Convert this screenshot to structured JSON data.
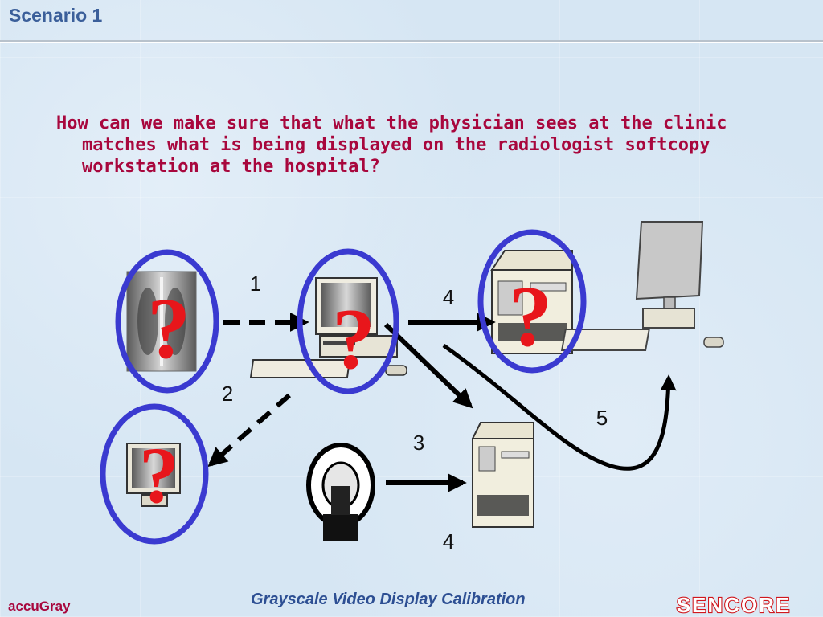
{
  "slide": {
    "title": "Scenario 1",
    "question": "How can we make sure that what the physician sees at the clinic matches what is being displayed on the radiologist softcopy workstation at the hospital?"
  },
  "diagram": {
    "step_labels": [
      "1",
      "2",
      "3",
      "4",
      "4",
      "5"
    ],
    "question_mark": "?",
    "colors": {
      "circle": "#3a3ad0",
      "question": "#e8161b",
      "arrow": "#000000"
    }
  },
  "footer": {
    "left_label": "accuGray",
    "center_label": "Grayscale Video Display Calibration",
    "logo_text": "SENCORE"
  }
}
